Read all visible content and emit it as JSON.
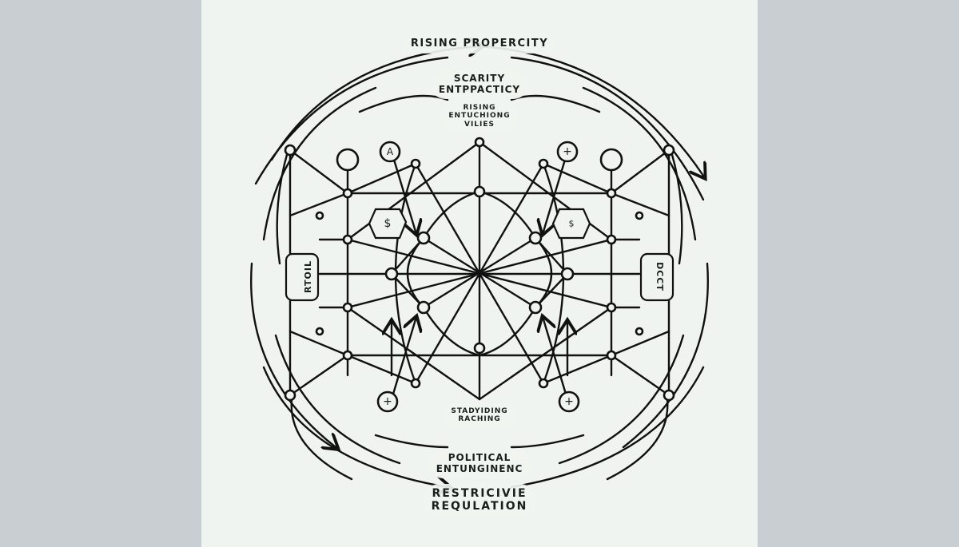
{
  "colors": {
    "background_side": "#c9ced2",
    "canvas": "#f0f4f0",
    "ink": "#111111"
  },
  "labels": {
    "top": "RISING PROPERCITY",
    "upper_1": [
      "SCARITY",
      "ENTPPACTICY"
    ],
    "upper_2": [
      "RISING",
      "ENTUCHIONG",
      "VILIES"
    ],
    "lower_1": [
      "STADYIDING",
      "RACHING"
    ],
    "lower_2": [
      "POLITICAL",
      "ENTUNGINENC"
    ],
    "bottom": [
      "RESTRICIVIE",
      "REQULATION"
    ],
    "left_side": "RTOIL",
    "right_side": "DCCT"
  },
  "node_glyphs": {
    "dollar_left": "$",
    "dollar_right": "$",
    "plus_top_right": "+",
    "plus_bottom_left": "+",
    "plus_bottom_right": "+",
    "arrow_top_left": "A"
  }
}
